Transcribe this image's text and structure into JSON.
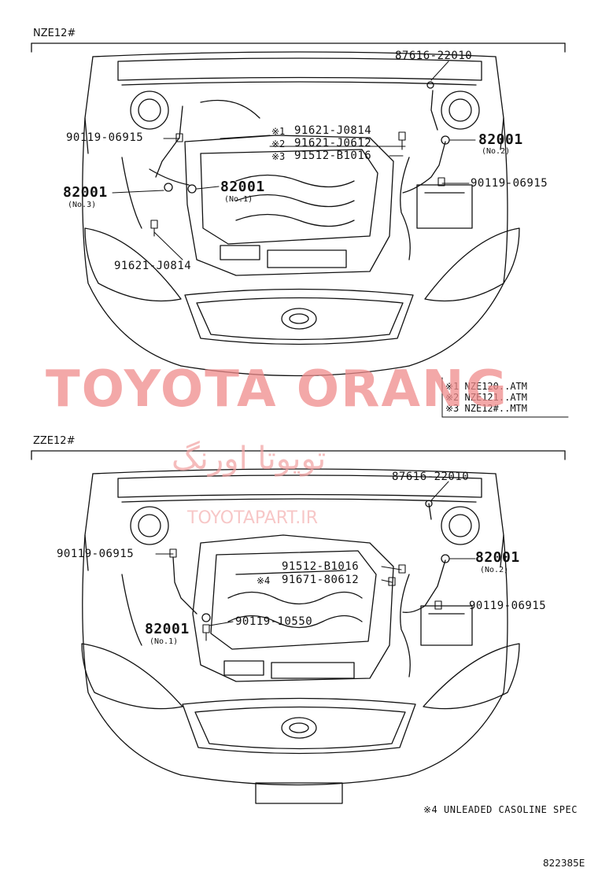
{
  "top": {
    "model": "NZE12#",
    "labels": {
      "p87616": "87616-22010",
      "p90119a": "90119-06915",
      "n1": "※1",
      "n2": "※2",
      "n3": "※3",
      "p91621a": "91621-J0814",
      "p91621b": "91621-J0612",
      "p91512": "91512-B1016",
      "p82001_no2": "82001",
      "no2": "(No.2)",
      "p90119b": "90119-06915",
      "p82001_no3": "82001",
      "no3": "(No.3)",
      "p82001_no1": "82001",
      "no1": "(No.1)",
      "p91621c": "91621-J0814"
    },
    "notes": [
      {
        "mark": "※1",
        "text": "NZE120..ATM"
      },
      {
        "mark": "※2",
        "text": "NZE121..ATM"
      },
      {
        "mark": "※3",
        "text": "NZE12#..MTM"
      }
    ]
  },
  "bottom": {
    "model": "ZZE12#",
    "labels": {
      "p87616": "87616-22010",
      "p90119a": "90119-06915",
      "p91512": "91512-B1016",
      "n4": "※4",
      "p91671": "91671-80612",
      "p82001_no2": "82001",
      "no2": "(No.2)",
      "p90119b": "90119-06915",
      "p82001_no1": "82001",
      "no1": "(No.1)",
      "p90119c": "90119-10550"
    },
    "note": "※4  UNLEADED CASOLINE SPEC"
  },
  "watermarks": {
    "brand": "TOYOTA ORANG",
    "persian": "تویوتا اورنگ",
    "site": "TOYOTAPART.IR"
  },
  "figure_id": "822385E"
}
